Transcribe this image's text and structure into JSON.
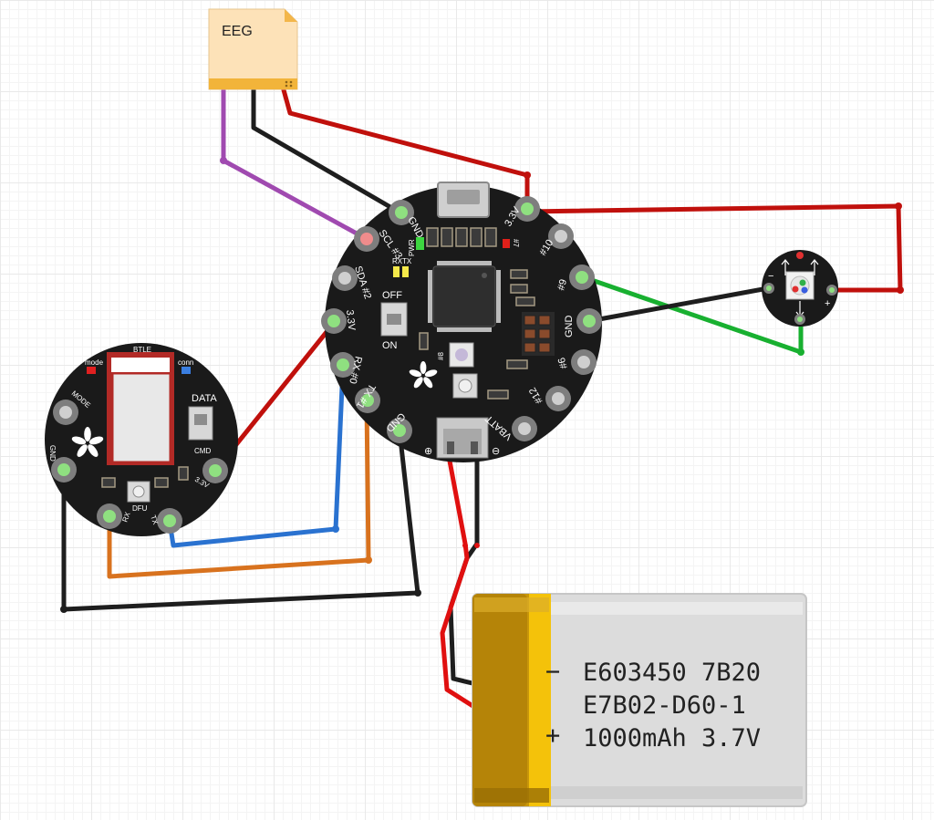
{
  "eeg": {
    "label": "EEG"
  },
  "flora": {
    "pins": {
      "gnd_top": "GND",
      "scl": "SCL #3",
      "sda": "SDA #2",
      "v33_left": "3.3V",
      "rx": "RX #0",
      "tx": "TX #1",
      "gnd_bottom": "GND",
      "v33_right": "3.3V",
      "d10": "#10",
      "d9": "#9",
      "gnd_right": "GND",
      "d6": "#6",
      "d12": "#12",
      "vbatt": "VBATT"
    },
    "labels": {
      "pwr": "PWR",
      "rx_led": "RX",
      "tx_led": "TX",
      "d7": "#7",
      "off": "OFF",
      "on": "ON",
      "d8": "#8",
      "plus": "⊕",
      "minus": "⊖"
    }
  },
  "ble": {
    "labels": {
      "title": "BTLE",
      "mode_led": "mode",
      "conn_led": "conn",
      "data": "DATA",
      "cmd": "CMD",
      "dfu": "DFU",
      "mode_pin": "MODE",
      "gnd": "GND",
      "rx": "RX",
      "tx": "TX",
      "v33": "3.3V"
    }
  },
  "neopixel": {
    "minus": "−",
    "plus": "+"
  },
  "battery": {
    "line1": "E603450 7B20",
    "line2": "E7B02-D60-1",
    "line3": "1000mAh 3.7V",
    "minus": "−",
    "plus": "+"
  },
  "colors": {
    "wire_red": "#c0100c",
    "wire_black": "#1e1e1e",
    "wire_purple": "#a04ab0",
    "wire_green": "#18b030",
    "wire_blue": "#2a72d0",
    "wire_orange": "#d8721e",
    "board": "#1a1a1a",
    "pad_green": "#8fe080",
    "battery_gold": "#c8960a",
    "battery_silver": "#dcdcdc"
  }
}
